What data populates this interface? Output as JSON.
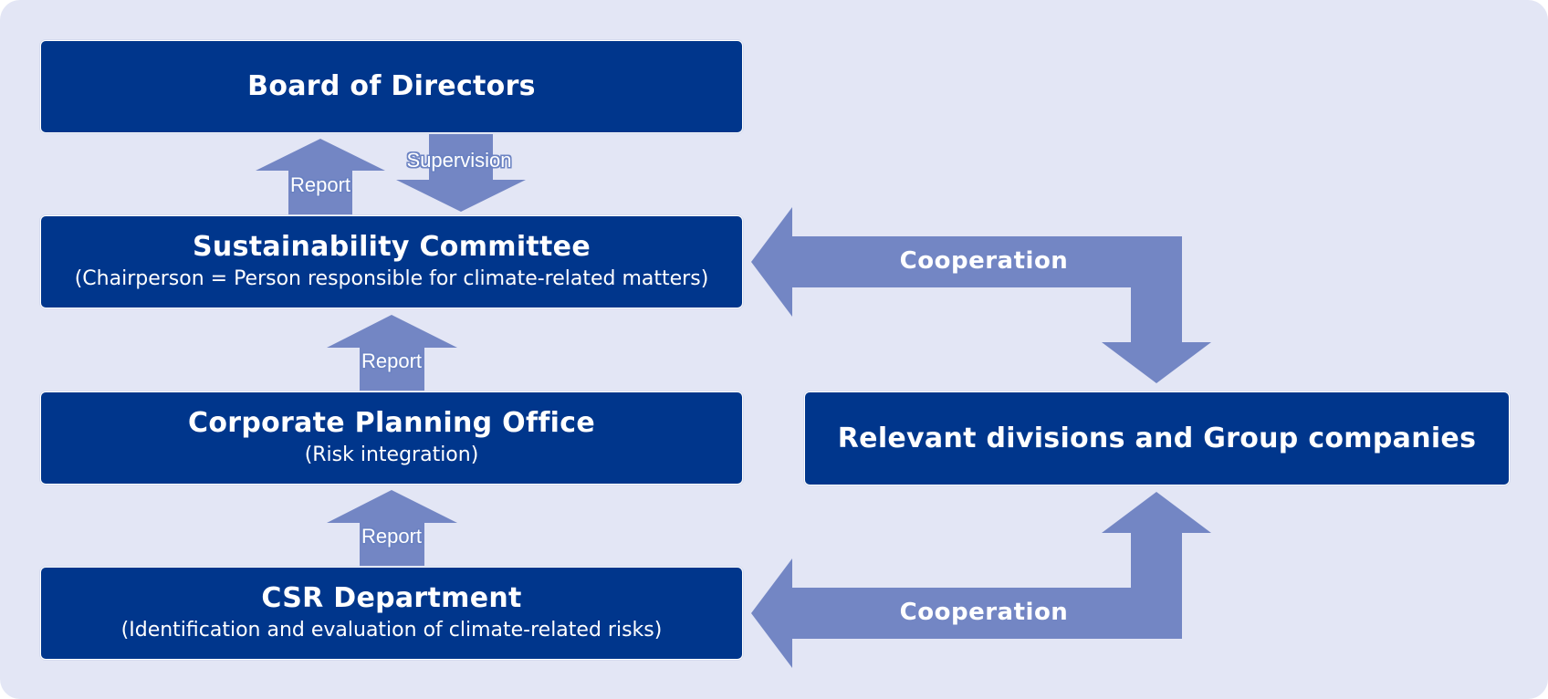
{
  "boxes": {
    "board": {
      "title": "Board of Directors"
    },
    "sustainability": {
      "title": "Sustainability Committee",
      "subtitle": "(Chairperson = Person responsible for climate-related matters)"
    },
    "planning": {
      "title": "Corporate Planning Office",
      "subtitle": "(Risk integration)"
    },
    "csr": {
      "title": "CSR Department",
      "subtitle": "(Identification and evaluation of climate-related risks)"
    },
    "relevant": {
      "title": "Relevant divisions and Group companies"
    }
  },
  "arrows": {
    "report_to_board": "Report",
    "supervision": "Supervision",
    "report_to_committee": "Report",
    "report_to_planning": "Report",
    "cooperation_upper": "Cooperation",
    "cooperation_lower": "Cooperation"
  },
  "colors": {
    "background": "#e3e6f5",
    "box": "#00368c",
    "arrow": "#7386c4",
    "text": "#ffffff"
  }
}
